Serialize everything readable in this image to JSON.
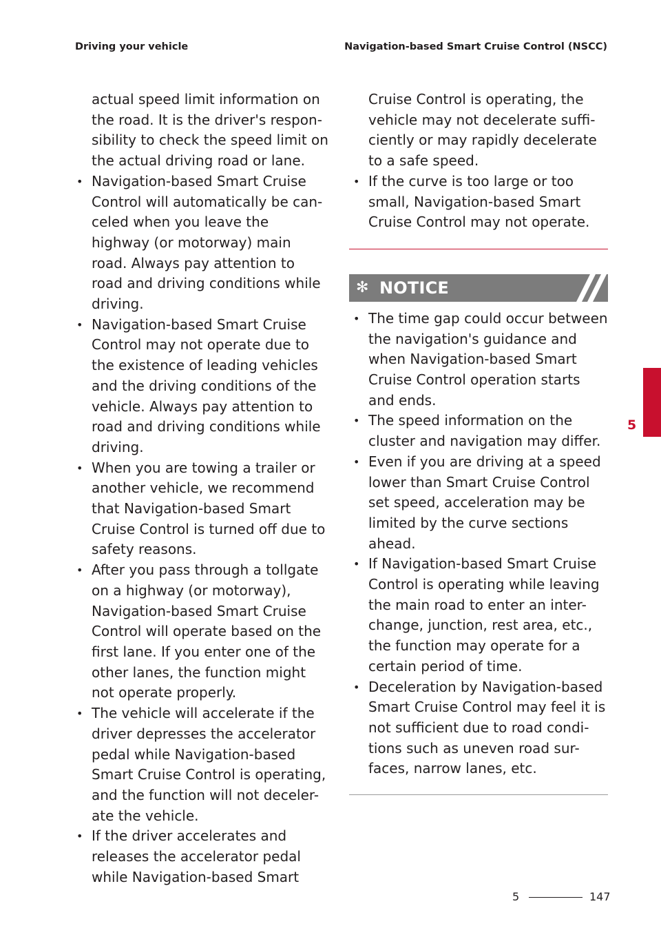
{
  "header": {
    "left": "Driving your vehicle",
    "right": "Navigation-based Smart Cruise Control (NSCC)"
  },
  "left_column": {
    "continuation": "actual speed limit information on the road. It is the driver's respon-sibility to check the speed limit on the actual driving road or lane.",
    "bullets": [
      "Navigation-based Smart Cruise Control will automatically be can-celed when you leave the highway (or motorway) main road. Always pay attention to road and driving conditions while driving.",
      "Navigation-based Smart Cruise Control may not operate due to the existence of leading vehicles and the driving conditions of the vehicle. Always pay attention to road and driving conditions while driving.",
      "When you are towing a trailer or another vehicle, we recommend that Navigation-based Smart Cruise Control is turned off due to safety reasons.",
      "After you pass through a tollgate on a highway (or motorway), Navigation-based Smart Cruise Control will operate based on the first lane. If you enter one of the other lanes, the function might not operate properly.",
      "The vehicle will accelerate if the driver depresses the accelerator pedal while Navigation-based Smart Cruise Control is operating, and the function will not deceler-ate the vehicle.",
      "If the driver accelerates and releases the accelerator pedal while Navigation-based Smart"
    ]
  },
  "right_column": {
    "continuation": "Cruise Control is operating, the vehicle may not decelerate suffi-ciently or may rapidly decelerate to a safe speed.",
    "bullets": [
      "If the curve is too large or too small, Navigation-based Smart Cruise Control may not operate."
    ]
  },
  "notice": {
    "symbol": "✻",
    "title": "NOTICE",
    "items": [
      "The time gap could occur between the navigation's guidance and when Navigation-based Smart Cruise Control operation starts and ends.",
      "The speed information on the cluster and navigation may differ.",
      "Even if you are driving at a speed lower than Smart Cruise Control set speed, acceleration may be limited by the curve sections ahead.",
      "If Navigation-based Smart Cruise Control is operating while leaving the main road to enter an inter-change, junction, rest area, etc., the function may operate for a certain period of time.",
      "Deceleration by Navigation-based Smart Cruise Control may feel it is not sufficient due to road condi-tions such as uneven road sur-faces, narrow lanes, etc."
    ]
  },
  "side_tab": {
    "chapter": "5"
  },
  "footer": {
    "chapter": "5",
    "page": "147"
  },
  "colors": {
    "accent": "#c8102e",
    "notice_bg": "#7c7c7c",
    "text": "#231f20"
  }
}
